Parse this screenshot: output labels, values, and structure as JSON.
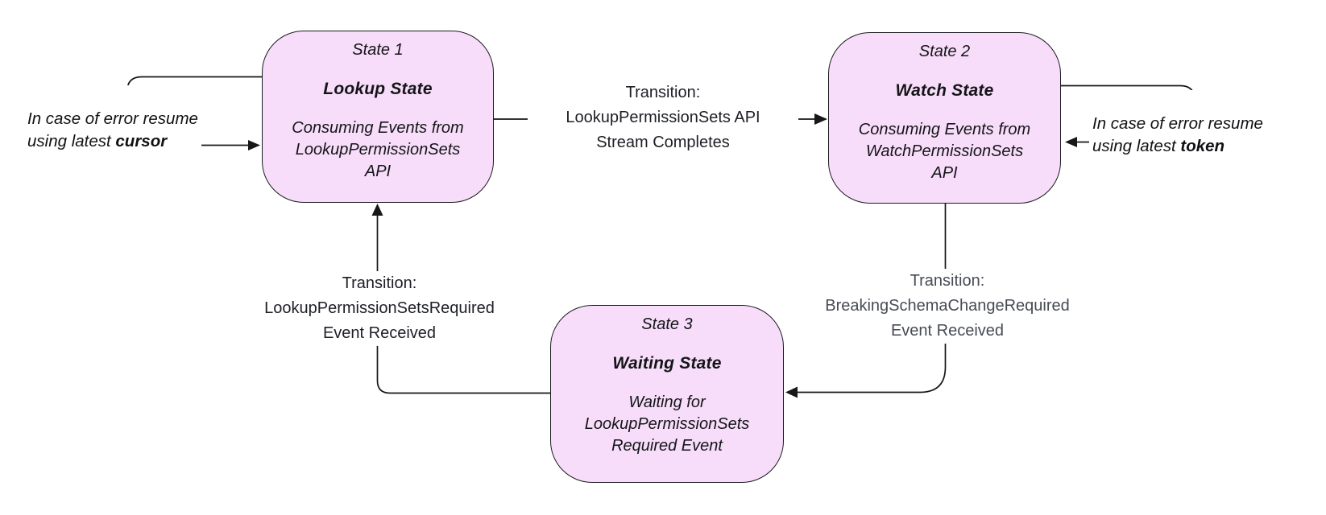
{
  "diagram": {
    "states": [
      {
        "label": "State 1",
        "name": "Lookup State",
        "description": "Consuming Events from\nLookupPermissionSets\nAPI"
      },
      {
        "label": "State 2",
        "name": "Watch State",
        "description": "Consuming Events from\nWatchPermissionSets\nAPI"
      },
      {
        "label": "State 3",
        "name": "Waiting State",
        "description": "Waiting for\nLookupPermissionSets\nRequired Event"
      }
    ],
    "transitions": [
      {
        "from": "Lookup State",
        "to": "Watch State",
        "text": "Transition:\nLookupPermissionSets API\nStream Completes"
      },
      {
        "from": "Watch State",
        "to": "Waiting State",
        "text": "Transition:\nBreakingSchemaChangeRequired\nEvent Received"
      },
      {
        "from": "Waiting State",
        "to": "Lookup State",
        "text": "Transition:\nLookupPermissionSetsRequired\nEvent Received"
      }
    ],
    "annotations": [
      {
        "side": "left",
        "prefix": "In case of error resume\nusing latest ",
        "emphasis": "cursor"
      },
      {
        "side": "right",
        "prefix": "In case of error resume\nusing latest ",
        "emphasis": "token"
      }
    ],
    "colors": {
      "state_fill": "#f7ddf9",
      "state_border": "#1c1c20",
      "line": "#17171a",
      "label_text": "#1d1f26",
      "label_text_muted": "#474b54"
    }
  }
}
